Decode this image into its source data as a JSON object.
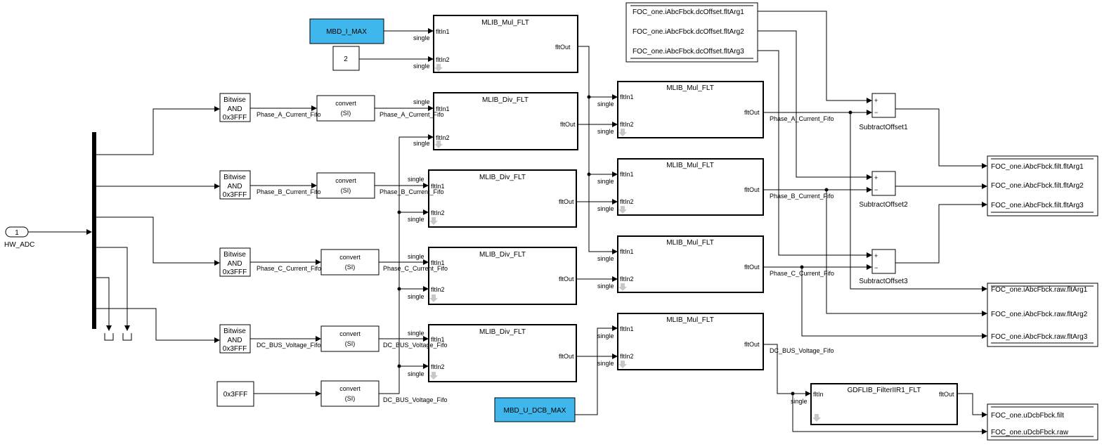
{
  "inport": {
    "number": "1",
    "label": "HW_ADC"
  },
  "bitwise": {
    "line1": "Bitwise",
    "line2": "AND",
    "line3": "0x3FFF"
  },
  "convert": {
    "title": "convert",
    "sub": "(SI)"
  },
  "constants": {
    "i_max": "MBD_I_MAX",
    "two": "2",
    "mask": "0x3FFF",
    "u_dcb_max": "MBD_U_DCB_MAX"
  },
  "colors": {
    "constant_fill": "#3fb7ec"
  },
  "signals": {
    "phase_a": "Phase_A_Current_Fifo",
    "phase_b": "Phase_B_Current_Fifo",
    "phase_c": "Phase_C_Current_Fifo",
    "dc_bus": "DC_BUS_Voltage_Fifo"
  },
  "ports": {
    "in1": "fltIn1",
    "in2": "fltIn2",
    "in": "fltIn",
    "out": "fltOut",
    "type": "single",
    "plus": "+",
    "minus": "−"
  },
  "blocks": {
    "mul": "MLIB_Mul_FLT",
    "div": "MLIB_Div_FLT",
    "filter": "GDFLIB_FilterIIR1_FLT",
    "sub1": "SubtractOffset1",
    "sub2": "SubtractOffset2",
    "sub3": "SubtractOffset3"
  },
  "dc_offset_bus": [
    "FOC_one.iAbcFbck.dcOffset.fltArg1",
    "FOC_one.iAbcFbck.dcOffset.fltArg2",
    "FOC_one.iAbcFbck.dcOffset.fltArg3"
  ],
  "filt_bus": [
    "FOC_one.iAbcFbck.filt.fltArg1",
    "FOC_one.iAbcFbck.filt.fltArg2",
    "FOC_one.iAbcFbck.filt.fltArg3"
  ],
  "raw_bus": [
    "FOC_one.iAbcFbck.raw.fltArg1",
    "FOC_one.iAbcFbck.raw.fltArg2",
    "FOC_one.iAbcFbck.raw.fltArg3"
  ],
  "udc_bus": [
    "FOC_one.uDcbFbck.filt",
    "FOC_one.uDcbFbck.raw"
  ]
}
